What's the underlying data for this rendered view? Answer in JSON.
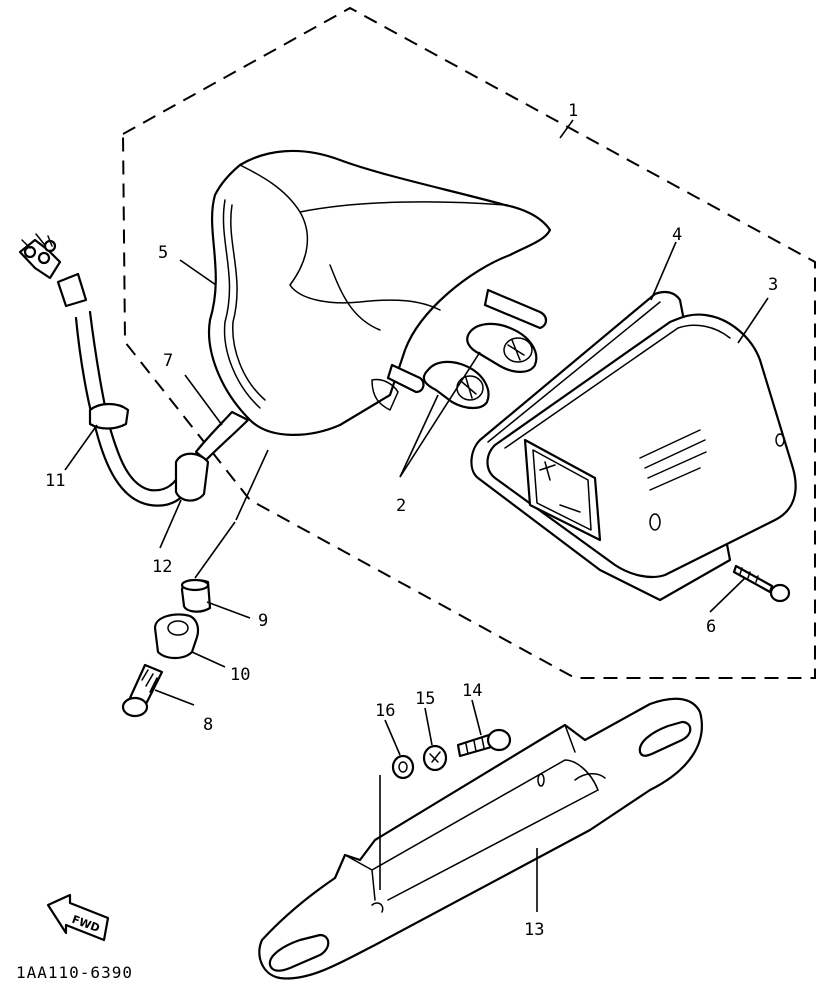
{
  "callouts": {
    "c1": "1",
    "c2": "2",
    "c3": "3",
    "c4": "4",
    "c5": "5",
    "c6": "6",
    "c7": "7",
    "c8": "8",
    "c9": "9",
    "c10": "10",
    "c11": "11",
    "c12": "12",
    "c13": "13",
    "c14": "14",
    "c15": "15",
    "c16": "16"
  },
  "fwd_label": "FWD",
  "drawing_code": "1AA110-6390",
  "icons": {
    "fwd_arrow": "fwd-arrow-icon"
  }
}
